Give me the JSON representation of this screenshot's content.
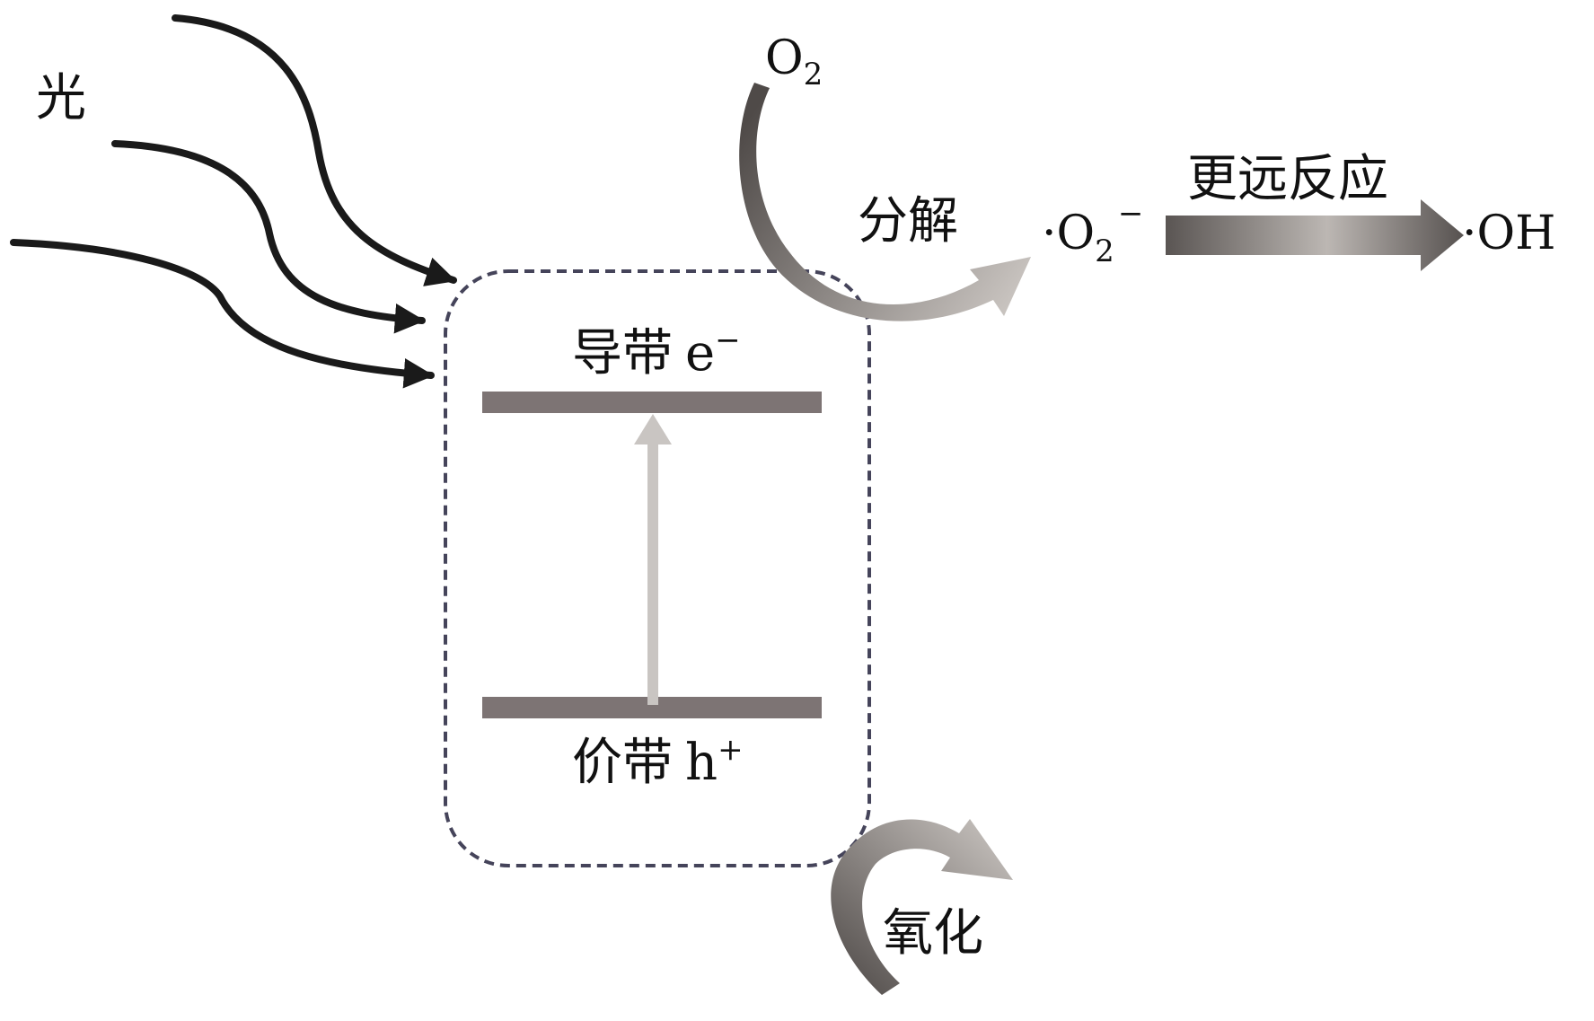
{
  "labels": {
    "light": "光",
    "decompose": "分解",
    "further_reaction": "更远反应",
    "oxidation": "氧化",
    "conduction_band": "导带",
    "electron": "e",
    "electron_charge": "−",
    "valence_band": "价带",
    "hole": "h",
    "hole_charge": "+"
  },
  "species": {
    "oxygen": "O",
    "oxygen_sub": "2",
    "superoxide_dot": "·",
    "superoxide": "O",
    "superoxide_sub": "2",
    "superoxide_charge": "−",
    "hydroxyl_dot": "·",
    "hydroxyl": "OH"
  },
  "colors": {
    "light_ray": "#1a1a1a",
    "band": "#7d7474",
    "excitation_arrow": "#c9c5c2",
    "box_border": "#45445a",
    "curved_arrow_dark": "#4f4a48",
    "curved_arrow_light": "#c5c0bc",
    "text": "#111111"
  }
}
